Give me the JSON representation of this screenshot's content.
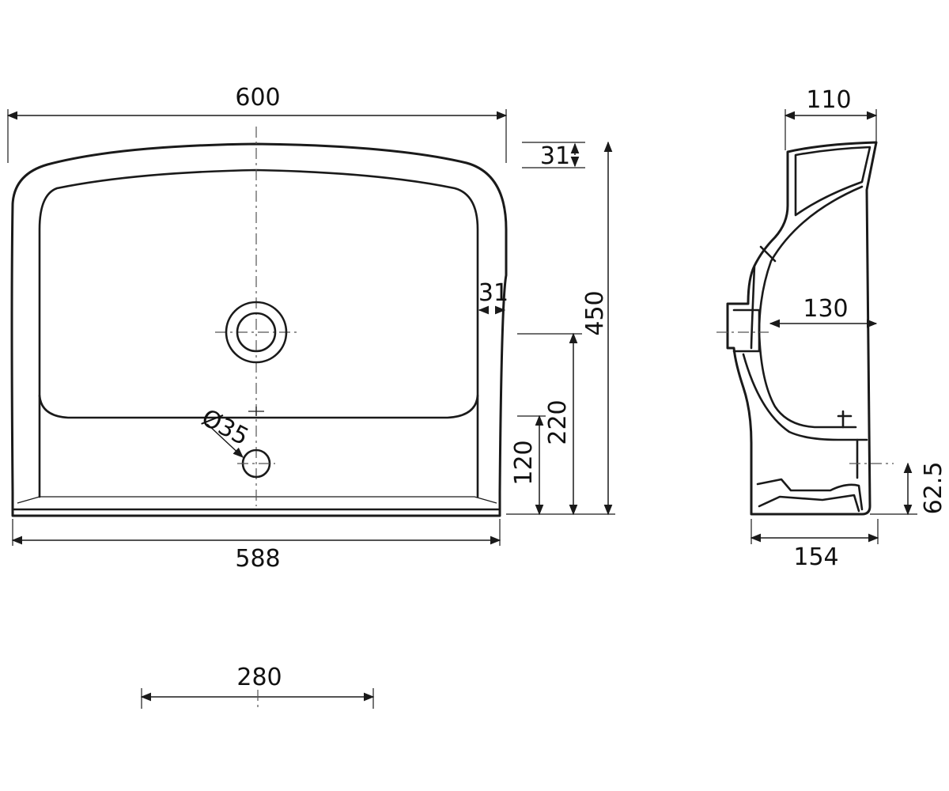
{
  "dimensions": {
    "front_width_top": "600",
    "front_width_bottom": "588",
    "rim_top": "31",
    "rim_side": "31",
    "total_height": "450",
    "tap_height": "220",
    "overflow_height": "120",
    "overflow_diameter": "Ø35",
    "fixing_spacing": "280",
    "side_top_depth": "110",
    "side_tap_depth": "130",
    "side_total_depth": "154",
    "side_waste_height": "62.5"
  }
}
